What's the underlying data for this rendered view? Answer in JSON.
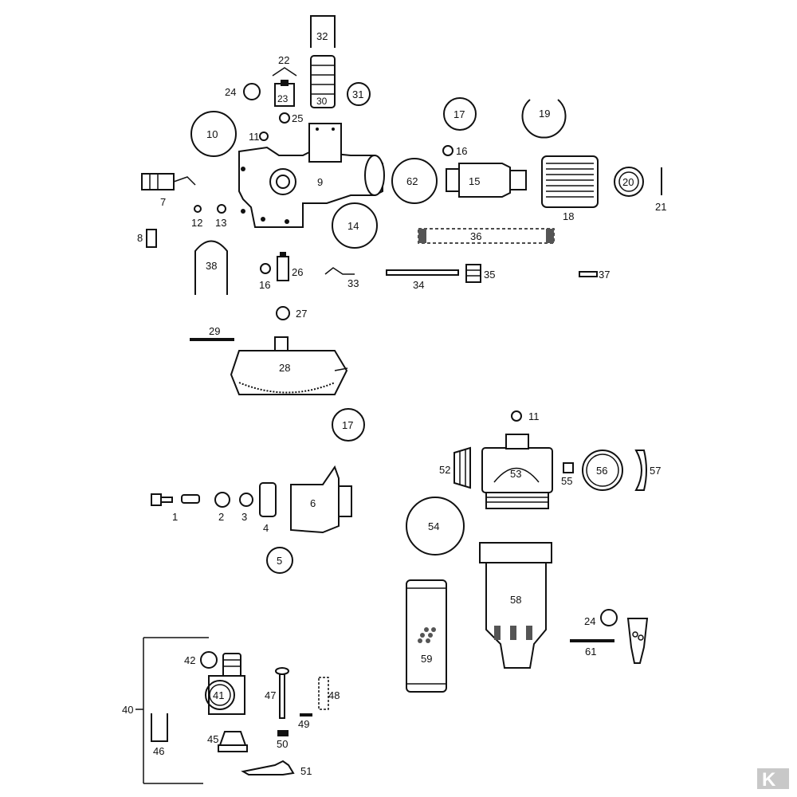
{
  "parts": {
    "p1": "1",
    "p2": "2",
    "p3": "3",
    "p4": "4",
    "p5": "5",
    "p6": "6",
    "p7": "7",
    "p8": "8",
    "p9": "9",
    "p10": "10",
    "p11a": "11",
    "p11b": "11",
    "p12": "12",
    "p13": "13",
    "p14": "14",
    "p15": "15",
    "p16a": "16",
    "p16b": "16",
    "p17a": "17",
    "p17b": "17",
    "p18": "18",
    "p19": "19",
    "p20": "20",
    "p21": "21",
    "p22": "22",
    "p23": "23",
    "p24a": "24",
    "p24b": "24",
    "p25": "25",
    "p26": "26",
    "p27": "27",
    "p28": "28",
    "p29": "29",
    "p30": "30",
    "p31": "31",
    "p32": "32",
    "p33": "33",
    "p34": "34",
    "p35": "35",
    "p36": "36",
    "p37": "37",
    "p38": "38",
    "p40": "40",
    "p41": "41",
    "p42": "42",
    "p45": "45",
    "p46": "46",
    "p47": "47",
    "p48": "48",
    "p49": "49",
    "p50": "50",
    "p51": "51",
    "p52": "52",
    "p53": "53",
    "p54": "54",
    "p55": "55",
    "p56": "56",
    "p57": "57",
    "p58": "58",
    "p59": "59",
    "p61": "61",
    "p62": "62"
  },
  "watermark": {
    "logo": "K",
    "color": "#c8c8c8"
  }
}
